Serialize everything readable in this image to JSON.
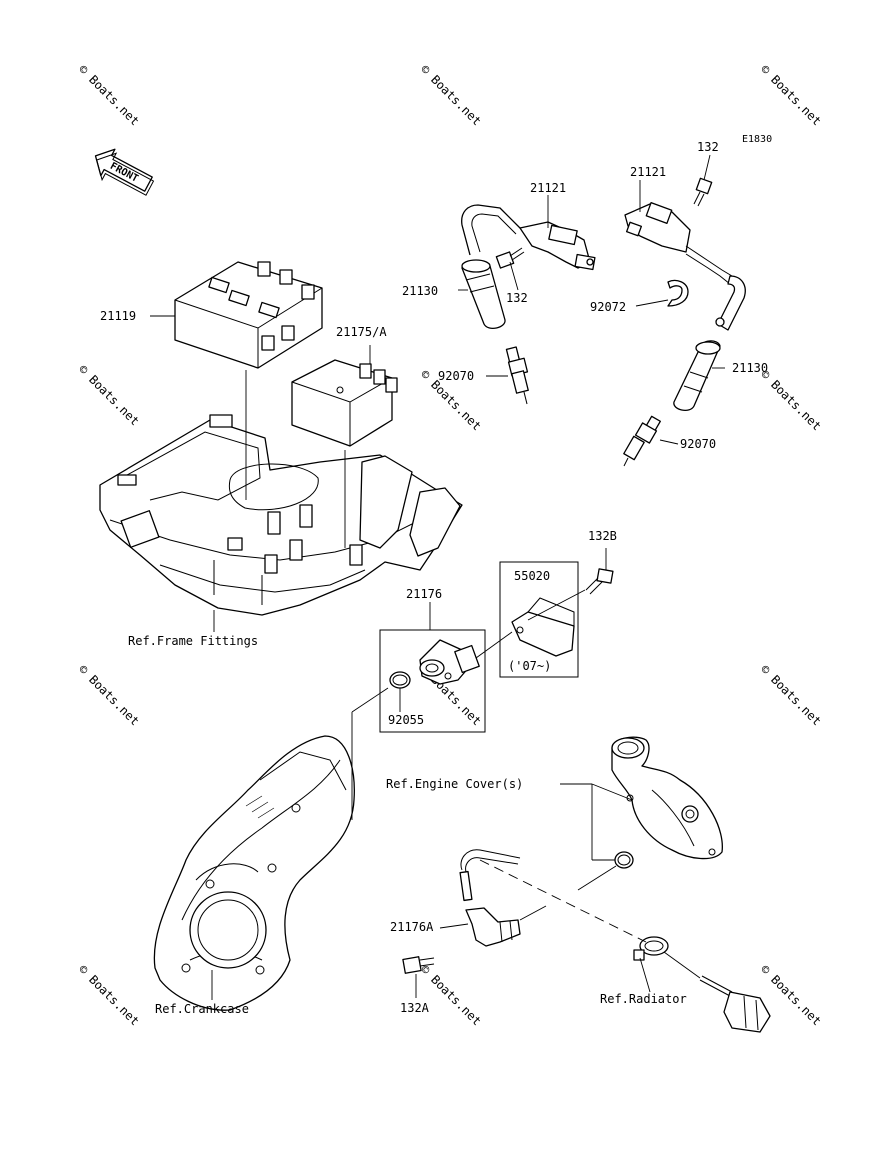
{
  "diagram_code": "E1830",
  "front_label": "FRONT",
  "watermark": "© Boats.net",
  "parts": {
    "p21119": "21119",
    "p21175A": "21175/A",
    "p21121_left": "21121",
    "p21121_right": "21121",
    "p132_left": "132",
    "p132_right": "132",
    "p21130_left": "21130",
    "p21130_right": "21130",
    "p92072": "92072",
    "p92070_left": "92070",
    "p92070_right": "92070",
    "p132B": "132B",
    "p55020": "55020",
    "p07": "('07~)",
    "p21176": "21176",
    "p92055": "92055",
    "p21176A": "21176A",
    "p132A": "132A"
  },
  "refs": {
    "frame_fittings": "Ref.Frame Fittings",
    "engine_cover": "Ref.Engine Cover(s)",
    "crankcase": "Ref.Crankcase",
    "radiator": "Ref.Radiator"
  }
}
